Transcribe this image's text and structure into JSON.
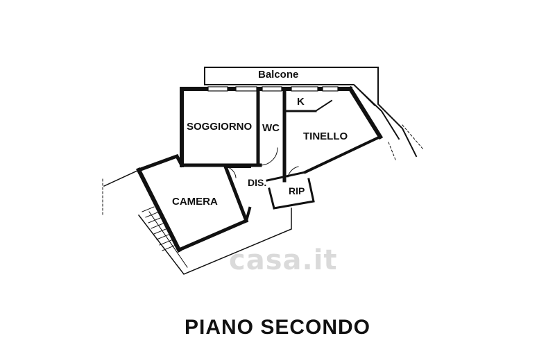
{
  "plan": {
    "title": "PIANO SECONDO",
    "rooms": {
      "balcone": "Balcone",
      "soggiorno": "SOGGIORNO",
      "wc": "WC",
      "k": "K",
      "tinello": "TINELLO",
      "camera": "CAMERA",
      "dis": "DIS.",
      "rip": "RIP"
    },
    "watermark": "casa.it"
  }
}
